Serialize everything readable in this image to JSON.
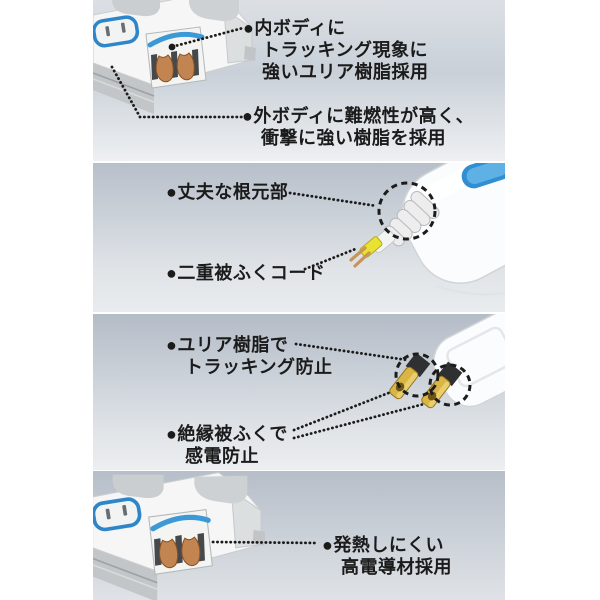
{
  "annotations": {
    "inner_body": {
      "lines": [
        "●内ボディに",
        "トラッキング現象に",
        "強いユリア樹脂採用"
      ]
    },
    "outer_body": {
      "lines": [
        "●外ボディに難燃性が高く、",
        "衝撃に強い樹脂を採用"
      ]
    },
    "sturdy_base": {
      "lines": [
        "●丈夫な根元部"
      ]
    },
    "double_insulated_cord": {
      "lines": [
        "●二重被ふくコード"
      ]
    },
    "urea_resin_plug": {
      "lines": [
        "●ユリア樹脂で",
        "トラッキング防止"
      ]
    },
    "insulated_prongs": {
      "lines": [
        "●絶縁被ふくで",
        "感電防止"
      ]
    },
    "high_conductivity": {
      "lines": [
        "●発熱しにくい",
        "高電導材採用"
      ]
    }
  },
  "colors": {
    "annotation_text": "#1b1b1b",
    "leader_line": "#1c1c1c",
    "accent_blue": "#2e8fd0",
    "copper_contact": "#c28451",
    "prong_gold": "#d9b545",
    "cord_inner_yellow": "#e9e232",
    "panel_gradient_top": "#b5bdc8",
    "panel_gradient_bottom": "#eceef0"
  }
}
